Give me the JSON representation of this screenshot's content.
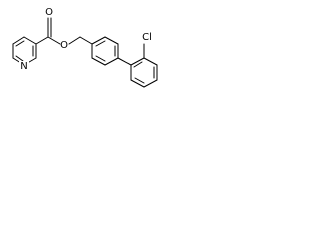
{
  "molecule": {
    "labels": {
      "pyridine_n": "N",
      "carbonyl_o": "O",
      "ester_o": "O",
      "chlorine": "Cl"
    },
    "colors": {
      "bond": "#000000",
      "label": "#000000",
      "background": "#ffffff"
    }
  }
}
